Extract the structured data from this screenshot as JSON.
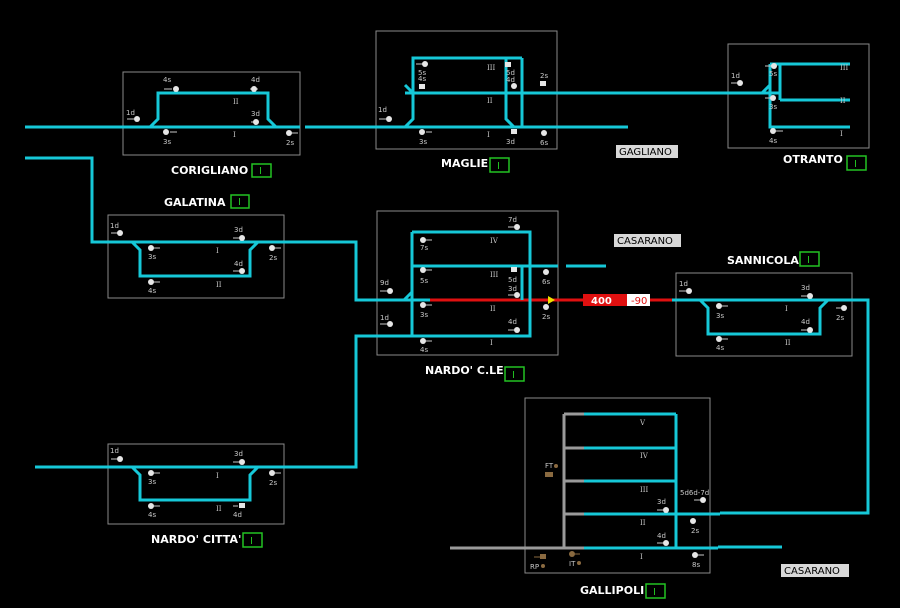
{
  "colors": {
    "track": "#16c8d8",
    "background": "#000000",
    "frame": "#8a8a8a",
    "route_active": "#e01010",
    "status_ok": "#22c322",
    "siding": "#9a9a9a"
  },
  "stations": {
    "corigliano": {
      "name": "CORIGLIANO",
      "status": "I",
      "signals": [
        "4s",
        "4d",
        "1d",
        "3d",
        "3s",
        "2s"
      ],
      "tracks": [
        "II",
        "I"
      ]
    },
    "maglie": {
      "name": "MAGLIE",
      "status": "I",
      "signals": [
        "5s",
        "5d",
        "4s",
        "4d",
        "2s",
        "1d",
        "3s",
        "3d",
        "6s"
      ],
      "tracks": [
        "III",
        "II",
        "I"
      ]
    },
    "otranto": {
      "name": "OTRANTO",
      "status": "I",
      "signals": [
        "1d",
        "5s",
        "3s",
        "4s"
      ],
      "tracks": [
        "III",
        "II",
        "I"
      ]
    },
    "galatina": {
      "name": "GALATINA",
      "status": "I",
      "signals": [
        "1d",
        "3d",
        "3s",
        "2s",
        "4d",
        "4s"
      ],
      "tracks": [
        "I",
        "II"
      ]
    },
    "nardo_cle": {
      "name": "NARDO' C.LE",
      "status": "I",
      "signals": [
        "7d",
        "7s",
        "5s",
        "5d",
        "6s",
        "9d",
        "3d",
        "3s",
        "2s",
        "1d",
        "4d",
        "4s"
      ],
      "tracks": [
        "IV",
        "III",
        "II",
        "I"
      ]
    },
    "sannicola": {
      "name": "SANNICOLA",
      "status": "I",
      "signals": [
        "1d",
        "3d",
        "3s",
        "2s",
        "4d",
        "4s"
      ],
      "tracks": [
        "I",
        "II"
      ]
    },
    "nardo_citta": {
      "name": "NARDO' CITTA'",
      "status": "I",
      "signals": [
        "1d",
        "3d",
        "3s",
        "2s",
        "4s",
        "4d"
      ],
      "tracks": [
        "I",
        "II"
      ]
    },
    "gallipoli": {
      "name": "GALLIPOLI",
      "status": "I",
      "signals": [
        "FT",
        "5d6d-7d",
        "3d",
        "2s",
        "4d",
        "RP",
        "IT",
        "8s"
      ],
      "tracks": [
        "V",
        "IV",
        "III",
        "II",
        "I"
      ]
    }
  },
  "destinations": {
    "gagliano": "GAGLIANO",
    "casarano_top": "CASARANO",
    "casarano_bottom": "CASARANO"
  },
  "block_counter": {
    "value": "400",
    "offset": "-90"
  }
}
